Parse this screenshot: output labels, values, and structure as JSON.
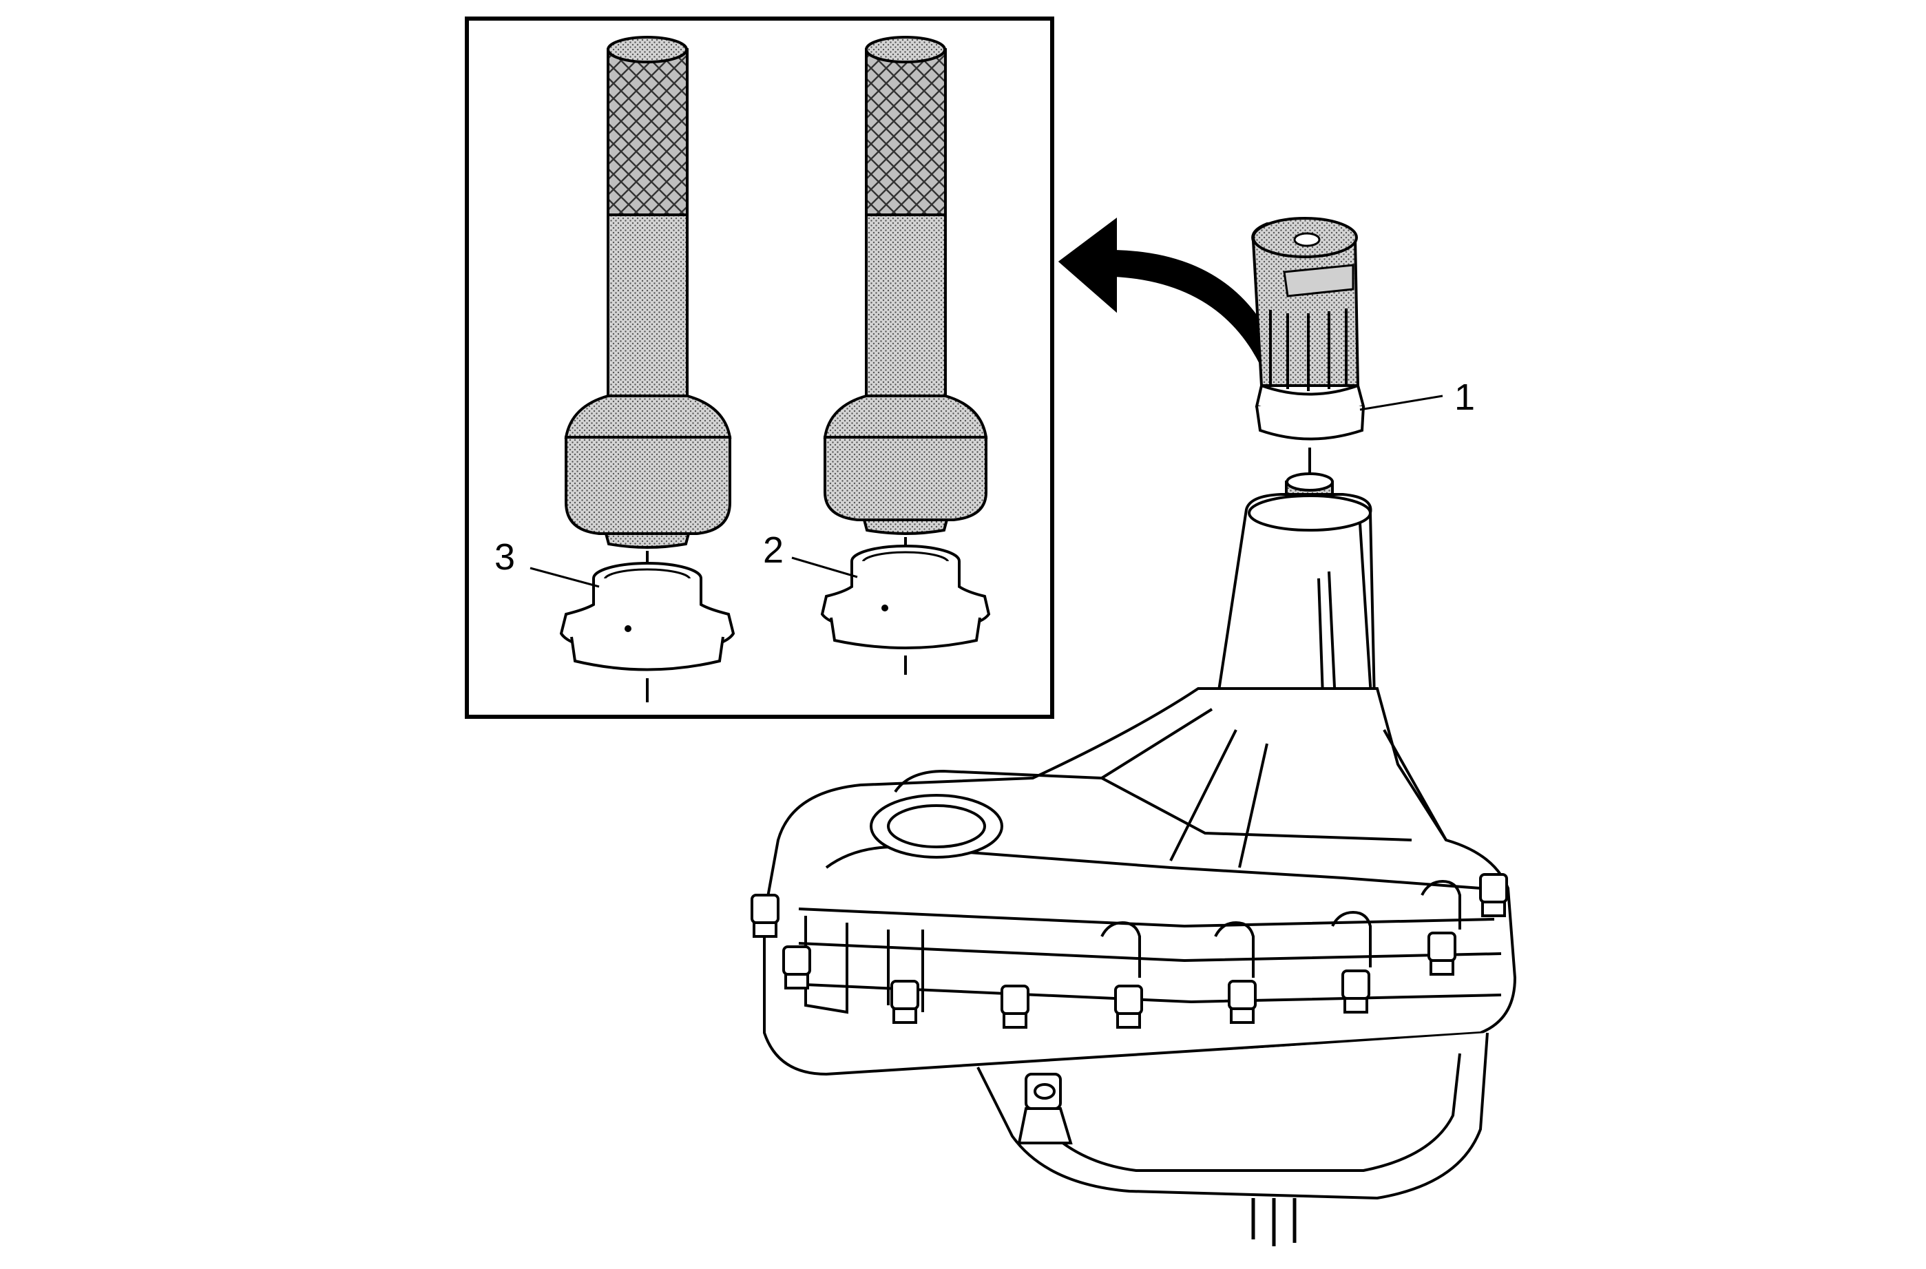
{
  "callouts": [
    {
      "id": "1",
      "label": "1"
    },
    {
      "id": "2",
      "label": "2"
    },
    {
      "id": "3",
      "label": "3"
    }
  ],
  "colors": {
    "line": "#000000",
    "background": "#ffffff",
    "shade": "#b5b5b5",
    "knurl": "#5a5a5a"
  }
}
